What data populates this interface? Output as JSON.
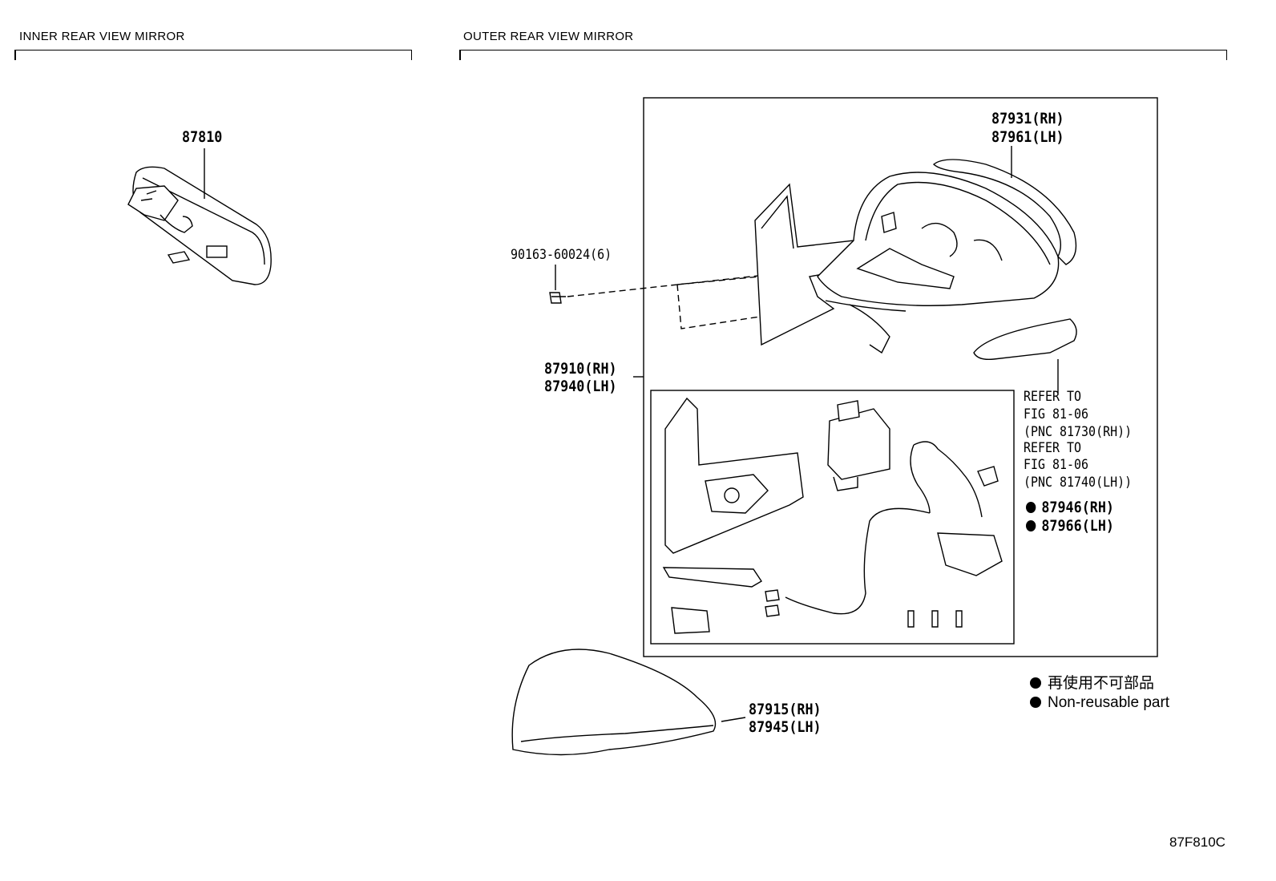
{
  "sections": {
    "inner": "INNER REAR VIEW MIRROR",
    "outer": "OUTER REAR VIEW MIRROR"
  },
  "parts": {
    "inner_mirror": "87810",
    "cover_rh": "87931(RH)",
    "cover_lh": "87961(LH)",
    "screw": "90163-60024(6)",
    "assy_rh": "87910(RH)",
    "assy_lh": "87940(LH)",
    "refer1_l1": "REFER TO",
    "refer1_l2": "FIG 81-06",
    "refer1_l3": "(PNC 81730(RH))",
    "refer2_l1": "REFER TO",
    "refer2_l2": "FIG 81-06",
    "refer2_l3": "(PNC 81740(LH))",
    "sub_rh": "87946(RH)",
    "sub_lh": "87966(LH)",
    "housing_rh": "87915(RH)",
    "housing_lh": "87945(LH)"
  },
  "legend": {
    "japanese": "再使用不可部品",
    "english": "Non-reusable part"
  },
  "figure_code": "87F810C"
}
